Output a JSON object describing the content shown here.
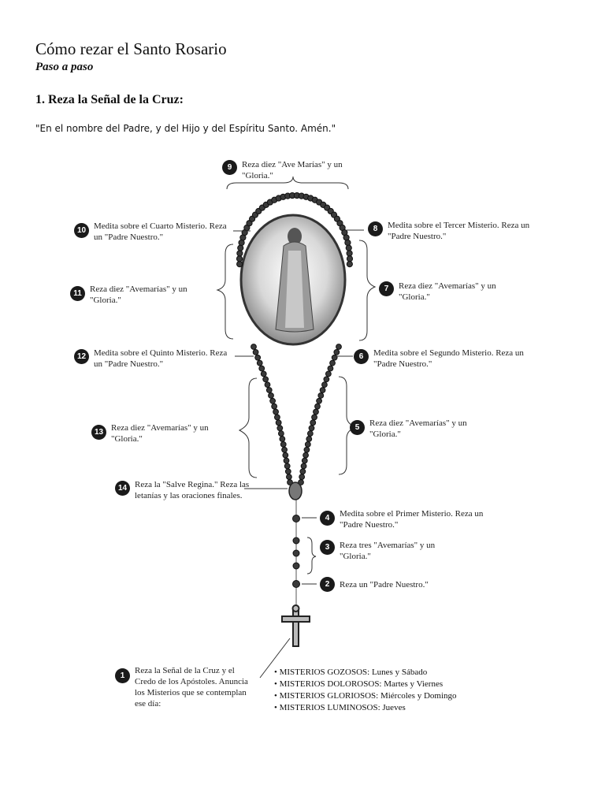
{
  "title": "Cómo rezar el Santo Rosario",
  "subtitle": "Paso a paso",
  "step1": {
    "heading": "1. Reza la Señal de la Cruz:",
    "prayer": "\"En el nombre del Padre, y del Hijo y del Espíritu Santo. Amén.\""
  },
  "diagram": {
    "steps": [
      {
        "n": "1",
        "text": "Reza la Señal de la Cruz y el Credo de los Apóstoles. Anuncia los Misterios que se contemplan ese día:"
      },
      {
        "n": "2",
        "text": "Reza un \"Padre Nuestro.\""
      },
      {
        "n": "3",
        "text": "Reza tres \"Avemarías\" y un \"Gloria.\""
      },
      {
        "n": "4",
        "text": "Medita sobre el Primer Misterio. Reza un \"Padre Nuestro.\""
      },
      {
        "n": "5",
        "text": "Reza diez \"Avemarías\" y un \"Gloria.\""
      },
      {
        "n": "6",
        "text": "Medita sobre el Segundo Misterio. Reza un \"Padre Nuestro.\""
      },
      {
        "n": "7",
        "text": "Reza diez \"Avemarías\" y un \"Gloria.\""
      },
      {
        "n": "8",
        "text": "Medita sobre el Tercer Misterio. Reza un \"Padre Nuestro.\""
      },
      {
        "n": "9",
        "text": "Reza diez \"Ave Marías\" y un \"Gloria.\""
      },
      {
        "n": "10",
        "text": "Medita sobre el Cuarto Misterio. Reza un \"Padre Nuestro.\""
      },
      {
        "n": "11",
        "text": "Reza diez \"Avemarías\" y un \"Gloria.\""
      },
      {
        "n": "12",
        "text": "Medita sobre el Quinto Misterio. Reza un \"Padre Nuestro.\""
      },
      {
        "n": "13",
        "text": "Reza diez \"Avemarías\" y un \"Gloria.\""
      },
      {
        "n": "14",
        "text": "Reza la \"Salve Regina.\" Reza las letanías y las oraciones finales."
      }
    ],
    "mysteries": [
      "MISTERIOS GOZOSOS: Lunes y Sábado",
      "MISTERIOS DOLOROSOS: Martes y Viernes",
      "MISTERIOS GLORIOSOS: Miércoles y Domingo",
      "MISTERIOS LUMINOSOS: Jueves"
    ]
  }
}
